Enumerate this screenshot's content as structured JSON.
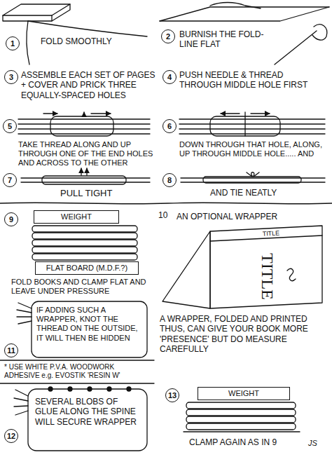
{
  "diagram": {
    "nodes": [
      {
        "text": [
          "WEIGHT"
        ]
      },
      {
        "text": [
          "FLAT BOARD (M.D.F.?)"
        ]
      },
      {
        "text": [
          "WEIGHT"
        ]
      }
    ],
    "labels": [
      "1",
      "FOLD SMOOTHLY",
      "2",
      "BURNISH THE FOLD-LINE FLAT",
      "3",
      "ASSEMBLE EACH SET OF PAGES + COVER AND PRICK THREE EQUALLY-SPACED HOLES",
      "4",
      "PUSH NEEDLE & THREAD THROUGH MIDDLE HOLE FIRST",
      "5",
      "TAKE THREAD ALONG AND UP THROUGH ONE OF THE END HOLES AND ACROSS TO THE OTHER",
      "6",
      "DOWN THROUGH THAT HOLE, ALONG, UP THROUGH MIDDLE HOLE..... AND",
      "7",
      "PULL TIGHT",
      "8",
      "AND TIE NEATLY",
      "9",
      "FOLD BOOKS AND CLAMP FLAT AND LEAVE UNDER PRESSURE",
      "10",
      "AN OPTIONAL WRAPPER",
      "TITLE",
      "TITLE",
      "11",
      "IF ADDING SUCH A WRAPPER, KNOT THE THREAD ON THE OUTSIDE, IT WILL THEN BE HIDDEN",
      "A WRAPPER, FOLDED AND PRINTED THUS, CAN GIVE YOUR BOOK MORE 'PRESENCE' BUT DO MEASURE CAREFULLY",
      "* USE WHITE P.V.A. WOODWORK ADHESIVE e.g. EVOSTIK 'RESIN W'",
      "12",
      "SEVERAL BLOBS OF GLUE ALONG THE SPINE WILL SECURE WRAPPER",
      "13",
      "CLAMP AGAIN AS IN 9",
      "JS"
    ]
  }
}
